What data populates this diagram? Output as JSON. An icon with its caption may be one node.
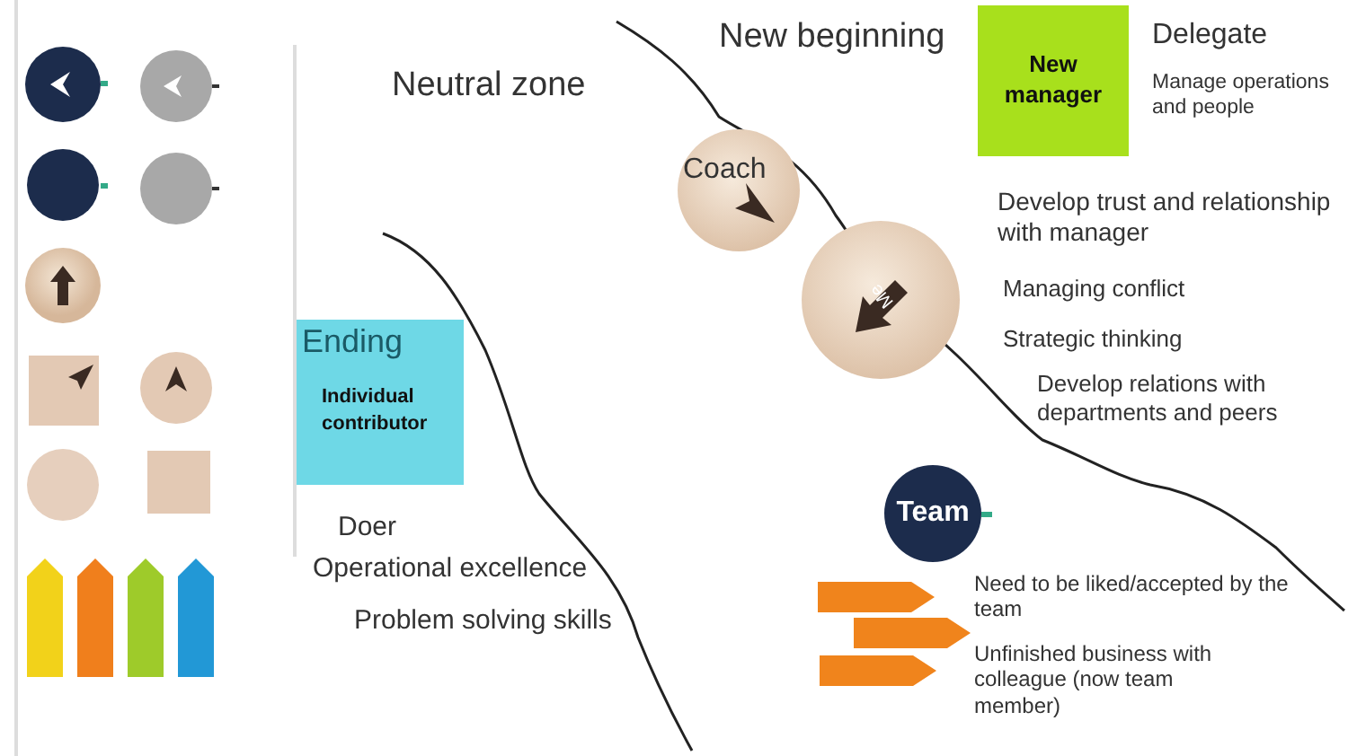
{
  "diagram": {
    "nodes": [
      {
        "text": [
          "New manager"
        ]
      },
      {
        "text": [
          "Coach"
        ]
      },
      {
        "text": [
          "Me"
        ]
      },
      {
        "text": [
          "Ending",
          "Individual contributor"
        ]
      },
      {
        "text": [
          "Team"
        ]
      }
    ],
    "labels": [
      "New beginning",
      "Delegate",
      "Neutral zone",
      "Manage operations and people",
      "Develop trust and relationship with manager",
      "Managing conflict",
      "Strategic thinking",
      "Develop relations with departments and peers",
      "Doer",
      "Operational excellence",
      "Need to be liked/accepted by the team",
      "Problem solving skills",
      "Unfinished business with colleague (now team member)"
    ]
  }
}
